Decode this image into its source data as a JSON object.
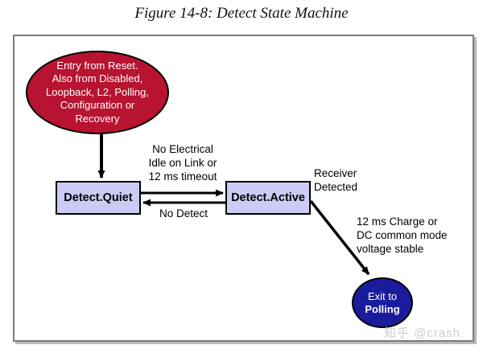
{
  "title": "Figure 14-8: Detect State Machine",
  "watermark": "知乎 @crash",
  "colors": {
    "entry_ellipse": "#b81330",
    "state_box": "#cccbf3",
    "exit_circle": "#1b1b9d",
    "frame_border": "#7b7b7b",
    "watermark": "#cdcdcd"
  },
  "nodes": {
    "entry_ellipse": {
      "lines": [
        "Entry from Reset.",
        "Also from Disabled,",
        "Loopback, L2, Polling,",
        "Configuration or",
        "Recovery"
      ]
    },
    "detect_quiet": {
      "label": "Detect.Quiet"
    },
    "detect_active": {
      "label": "Detect.Active"
    },
    "exit_circle": {
      "line1": "Exit to",
      "line2": "Polling"
    }
  },
  "edges": {
    "quiet_to_active": {
      "lines": [
        "No Electrical",
        "Idle on Link or",
        "12 ms timeout"
      ]
    },
    "active_to_quiet": {
      "label": "No Detect"
    },
    "active_to_exit_condition": {
      "lines": [
        "Receiver",
        "Detected"
      ]
    },
    "exit_note": {
      "lines": [
        "12 ms Charge or",
        "DC common mode",
        "voltage stable"
      ]
    }
  }
}
